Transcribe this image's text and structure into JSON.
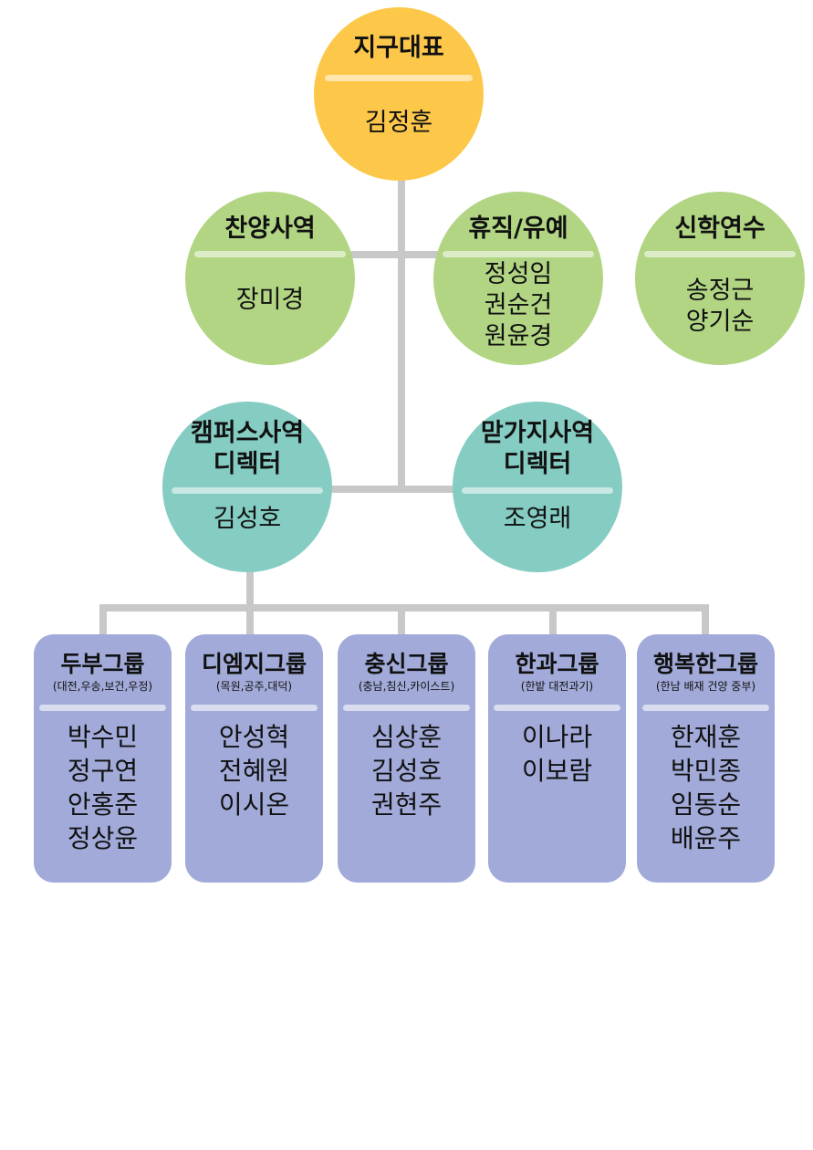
{
  "top": {
    "title": "지구대표",
    "names": [
      "김정훈"
    ]
  },
  "row2": [
    {
      "title": "찬양사역",
      "names": [
        "장미경"
      ]
    },
    {
      "title": "휴직/유예",
      "names": [
        "정성임",
        "권순건",
        "원윤경"
      ]
    },
    {
      "title": "신학연수",
      "names": [
        "송정근",
        "양기순"
      ]
    }
  ],
  "row3": [
    {
      "title_lines": [
        "캠퍼스사역",
        "디렉터"
      ],
      "names": [
        "김성호"
      ]
    },
    {
      "title_lines": [
        "맏가지사역",
        "디렉터"
      ],
      "names": [
        "조영래"
      ]
    }
  ],
  "groups": [
    {
      "title": "두부그룹",
      "subtitle": "(대전,우송,보건,우정)",
      "names": [
        "박수민",
        "정구연",
        "안홍준",
        "정상윤"
      ]
    },
    {
      "title": "디엠지그룹",
      "subtitle": "(목원,공주,대덕)",
      "names": [
        "안성혁",
        "전혜원",
        "이시온"
      ]
    },
    {
      "title": "충신그룹",
      "subtitle": "(충남,침신,카이스트)",
      "names": [
        "심상훈",
        "김성호",
        "권현주"
      ]
    },
    {
      "title": "한과그룹",
      "subtitle": "(한밭 대전과기)",
      "names": [
        "이나라",
        "이보람"
      ]
    },
    {
      "title": "행복한그룹",
      "subtitle": "(한남 배재 건양 중부)",
      "names": [
        "한재훈",
        "박민종",
        "임동순",
        "배윤주"
      ]
    }
  ],
  "colors": {
    "gold": "#fdc84a",
    "green": "#b1d583",
    "teal": "#85ccc2",
    "lavender": "#a1aad8",
    "connector": "#c8c8c8"
  }
}
